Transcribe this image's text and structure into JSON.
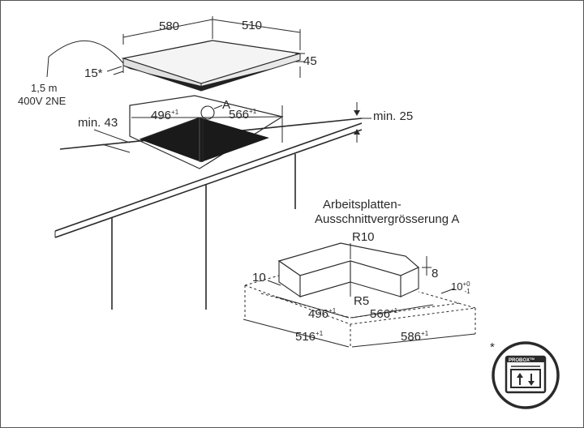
{
  "hob": {
    "width": "580",
    "depth": "510",
    "height": "45",
    "angle": "15*"
  },
  "cable": {
    "length": "1,5 m",
    "spec": "400V 2NE"
  },
  "cutout": {
    "width": "496",
    "width_tol": "+1",
    "depth": "566",
    "depth_tol": "+1",
    "marker": "A",
    "min_front": "min. 43",
    "min_back": "min. 25"
  },
  "detail": {
    "title_line1": "Arbeitsplatten-",
    "title_line2": "Ausschnittvergrösserung A",
    "r_outer": "R10",
    "r_inner": "R5",
    "step": "8",
    "edge": "10",
    "thickness": "10",
    "thickness_tol_top": "+0",
    "thickness_tol_bottom": "-1",
    "inner_w": "496",
    "inner_w_tol": "+1",
    "inner_d": "566",
    "inner_d_tol": "+1",
    "outer_w": "516",
    "outer_w_tol": "+1",
    "outer_d": "586",
    "outer_d_tol": "+1"
  },
  "badge": {
    "asterisk": "*",
    "label": "PROBOX",
    "tm": "TM"
  }
}
